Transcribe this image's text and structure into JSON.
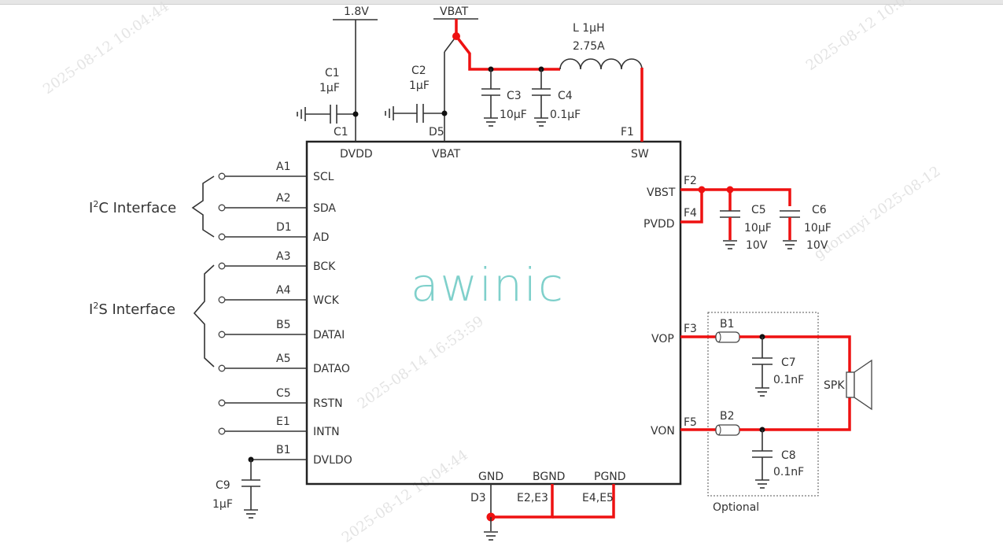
{
  "chip": {
    "logo": "awinic"
  },
  "supply": {
    "v18": "1.8V",
    "vbat": "VBAT",
    "inductor": {
      "name": "L 1µH",
      "rating": "2.75A"
    }
  },
  "top_pins": [
    {
      "ball": "C1",
      "name": "DVDD"
    },
    {
      "ball": "D5",
      "name": "VBAT"
    },
    {
      "ball": "F1",
      "name": "SW"
    }
  ],
  "left_pins": [
    {
      "ball": "A1",
      "name": "SCL"
    },
    {
      "ball": "A2",
      "name": "SDA"
    },
    {
      "ball": "D1",
      "name": "AD"
    },
    {
      "ball": "A3",
      "name": "BCK"
    },
    {
      "ball": "A4",
      "name": "WCK"
    },
    {
      "ball": "B5",
      "name": "DATAI"
    },
    {
      "ball": "A5",
      "name": "DATAO"
    },
    {
      "ball": "C5",
      "name": "RSTN"
    },
    {
      "ball": "E1",
      "name": "INTN"
    },
    {
      "ball": "B1",
      "name": "DVLDO"
    }
  ],
  "right_pins": [
    {
      "ball": "F2",
      "name": "VBST"
    },
    {
      "ball": "F4",
      "name": "PVDD"
    },
    {
      "ball": "F3",
      "name": "VOP"
    },
    {
      "ball": "F5",
      "name": "VON"
    }
  ],
  "bottom_pins": [
    {
      "ball": "D3",
      "name": "GND"
    },
    {
      "ball": "E2,E3",
      "name": "BGND"
    },
    {
      "ball": "E4,E5",
      "name": "PGND"
    }
  ],
  "groups": {
    "i2c": {
      "prefix": "I",
      "sup": "2",
      "suffix": "C Interface"
    },
    "i2s": {
      "prefix": "I",
      "sup": "2",
      "suffix": "S Interface"
    }
  },
  "capacitors": [
    {
      "name": "C1",
      "value": "1µF"
    },
    {
      "name": "C2",
      "value": "1µF"
    },
    {
      "name": "C3",
      "value": "10µF"
    },
    {
      "name": "C4",
      "value": "0.1µF"
    },
    {
      "name": "C5",
      "value": "10µF",
      "voltage": "10V"
    },
    {
      "name": "C6",
      "value": "10µF",
      "voltage": "10V"
    },
    {
      "name": "C7",
      "value": "0.1nF"
    },
    {
      "name": "C8",
      "value": "0.1nF"
    },
    {
      "name": "C9",
      "value": "1µF"
    }
  ],
  "beads": [
    {
      "name": "B1"
    },
    {
      "name": "B2"
    }
  ],
  "speaker": {
    "name": "SPK"
  },
  "optional_label": "Optional",
  "colors": {
    "highlight": "#ee1111",
    "logo": "#7fd0cb",
    "wire": "#333333"
  }
}
